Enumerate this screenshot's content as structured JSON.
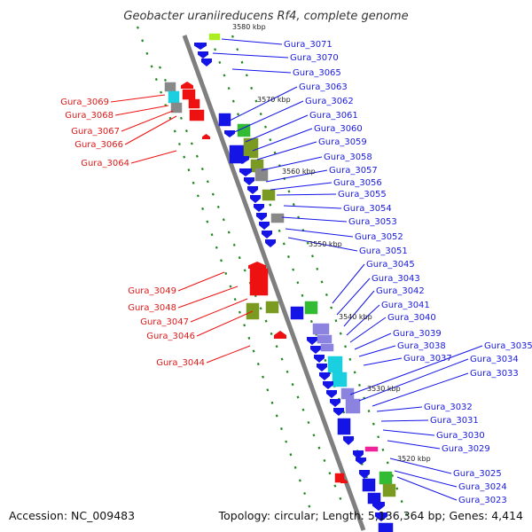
{
  "header": {
    "title": "Geobacter uraniireducens Rf4, complete genome"
  },
  "footer": {
    "accession": "Accession: NC_009483",
    "summary": "Topology: circular; Length: 5,136,364 bp; Genes: 4,414"
  },
  "colors": {
    "forward_label": "#1a1add",
    "reverse_label": "#dd1a1a",
    "backbone": "#7f7f7f",
    "blue_gene": "#1414e6",
    "red_gene": "#ee1111",
    "olive_gene": "#7a9a22",
    "green_gene": "#33bb33",
    "cyan_gene": "#19cfe0",
    "gray_gene": "#888888",
    "lavender_gene": "#8c82e0",
    "pink_gene": "#ee2299",
    "lime_gene": "#aaee22",
    "tick_green": "#228822"
  },
  "kbp_markers": [
    "3580 kbp",
    "3570 kbp",
    "3560 kbp",
    "3550 kbp",
    "3540 kbp",
    "3530 kbp",
    "3520 kbp"
  ],
  "right_labels": [
    "Gura_3071",
    "Gura_3070",
    "Gura_3065",
    "Gura_3063",
    "Gura_3062",
    "Gura_3061",
    "Gura_3060",
    "Gura_3059",
    "Gura_3058",
    "Gura_3057",
    "Gura_3056",
    "Gura_3055",
    "Gura_3054",
    "Gura_3053",
    "Gura_3052",
    "Gura_3051",
    "Gura_3045",
    "Gura_3043",
    "Gura_3042",
    "Gura_3041",
    "Gura_3040",
    "Gura_3039",
    "Gura_3038",
    "Gura_3037",
    "Gura_3035",
    "Gura_3034",
    "Gura_3033",
    "Gura_3032",
    "Gura_3031",
    "Gura_3030",
    "Gura_3029",
    "Gura_3025",
    "Gura_3024",
    "Gura_3023"
  ],
  "left_labels": [
    "Gura_3069",
    "Gura_3068",
    "Gura_3067",
    "Gura_3066",
    "Gura_3064",
    "Gura_3049",
    "Gura_3048",
    "Gura_3047",
    "Gura_3046",
    "Gura_3044"
  ]
}
